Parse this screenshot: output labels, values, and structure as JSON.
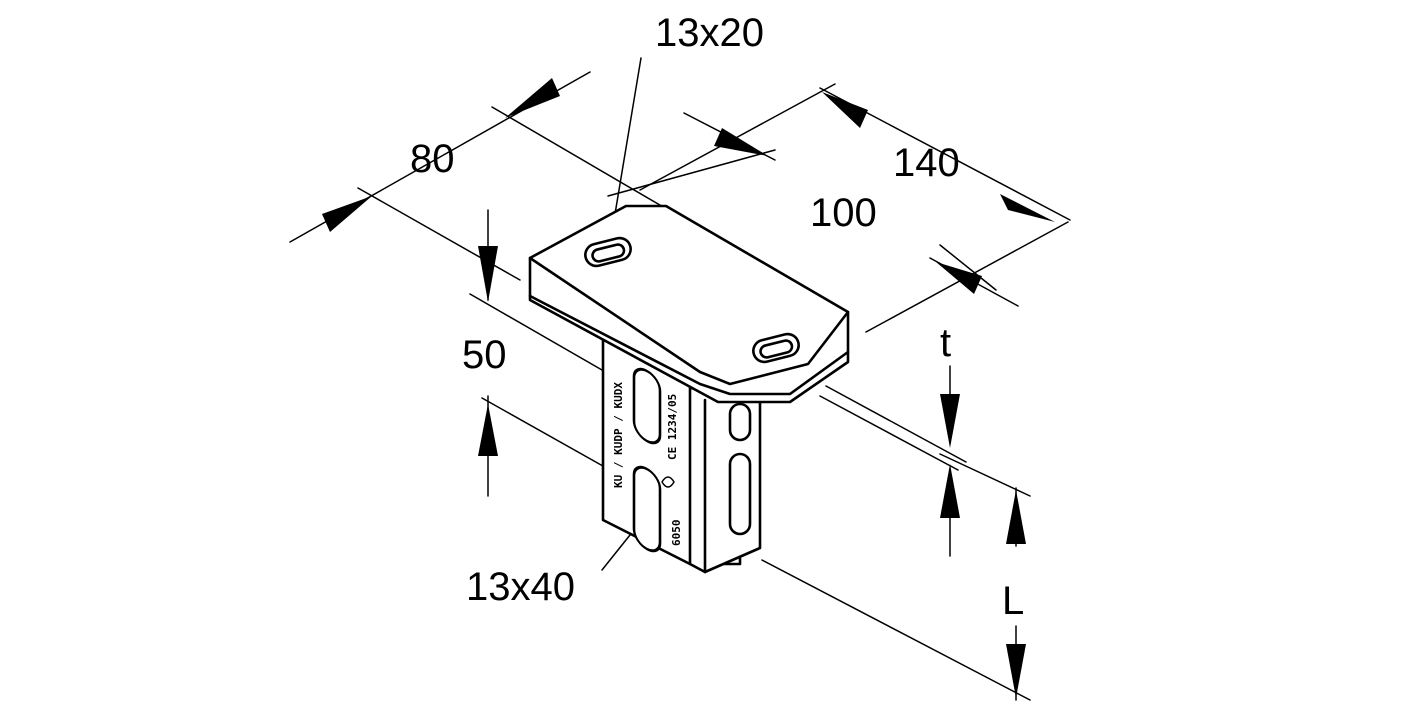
{
  "labels": {
    "slot_top": "13x20",
    "length_80": "80",
    "width_140": "140",
    "width_100": "100",
    "height_50": "50",
    "thickness": "t",
    "length": "L",
    "slot_side": "13x40"
  },
  "stamps": {
    "line1": "KU / KUDP / KUDX",
    "line2": "CE  1234/05",
    "line3": "6050"
  }
}
